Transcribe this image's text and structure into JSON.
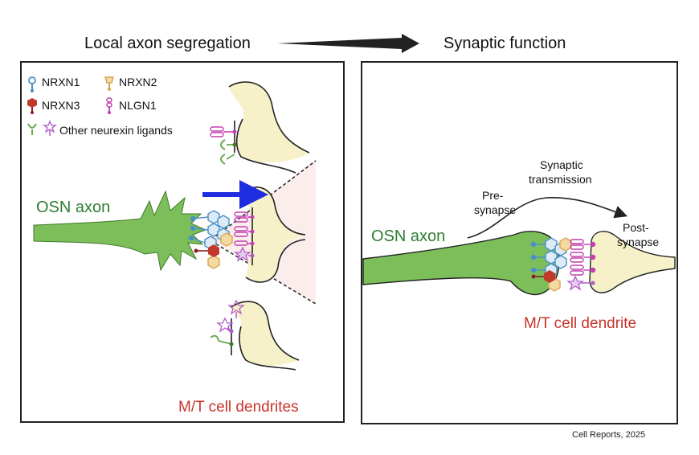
{
  "header": {
    "left_title": "Local axon segregation",
    "right_title": "Synaptic function"
  },
  "legend": {
    "items": [
      {
        "label": "NRXN1",
        "icon": "nrxn1-icon",
        "color": "#4a90c8"
      },
      {
        "label": "NRXN2",
        "icon": "nrxn2-icon",
        "color": "#d9a650"
      },
      {
        "label": "NRXN3",
        "icon": "nrxn3-icon",
        "color": "#c0392b"
      },
      {
        "label": "NLGN1",
        "icon": "nlgn1-icon",
        "color": "#c23fb0"
      },
      {
        "label": "Other neurexin ligands",
        "icon": "other-ligands-icon",
        "color": "#6aa84f"
      }
    ]
  },
  "left_panel": {
    "axon_label": "OSN axon",
    "dendrites_label": "M/T cell dendrites"
  },
  "right_panel": {
    "axon_label": "OSN axon",
    "presynapse_label_1": "Pre-",
    "presynapse_label_2": "synapse",
    "transmission_label_1": "Synaptic",
    "transmission_label_2": "transmission",
    "postsynapse_label_1": "Post-",
    "postsynapse_label_2": "synapse",
    "dendrite_label": "M/T cell dendrite"
  },
  "footer": {
    "citation": "Cell Reports, 2025"
  },
  "colors": {
    "axon_fill": "#7cbf5a",
    "axon_stroke": "#3f7a2b",
    "dendrite_fill": "#f7f1c9",
    "nrxn1": "#4a90c8",
    "nrxn2": "#d9a650",
    "nrxn3": "#c0392b",
    "nlgn1": "#c23fb0",
    "other_green": "#6aa84f",
    "other_star": "#b05cc8",
    "arrow_blue": "#1f2de0",
    "label_green": "#2f7d32",
    "label_red": "#c8332b"
  }
}
